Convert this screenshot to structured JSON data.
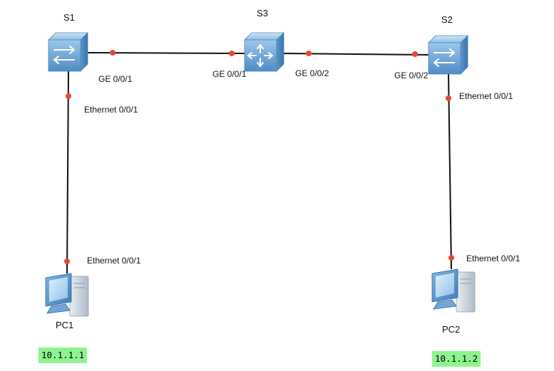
{
  "diagram": {
    "devices": {
      "s1": {
        "name": "S1",
        "type": "switch"
      },
      "s2": {
        "name": "S2",
        "type": "switch"
      },
      "s3": {
        "name": "S3",
        "type": "core-switch"
      },
      "pc1": {
        "name": "PC1",
        "type": "pc"
      },
      "pc2": {
        "name": "PC2",
        "type": "pc"
      }
    },
    "ports": {
      "s1_ge": "GE 0/0/1",
      "s3_ge1": "GE 0/0/1",
      "s3_ge2": "GE 0/0/2",
      "s2_ge": "GE 0/0/2",
      "s1_eth": "Ethernet 0/0/1",
      "s2_eth": "Ethernet 0/0/1",
      "pc1_eth": "Ethernet 0/0/1",
      "pc2_eth": "Ethernet 0/0/1"
    },
    "ips": {
      "pc1": "10.1.1.1",
      "pc2": "10.1.1.2"
    },
    "colors": {
      "link": "#111111",
      "port_dot": "#e8453c",
      "ip_badge": "#8ef58e",
      "switch_body": "#7fb2dc",
      "switch_dark": "#4a86bf"
    }
  }
}
